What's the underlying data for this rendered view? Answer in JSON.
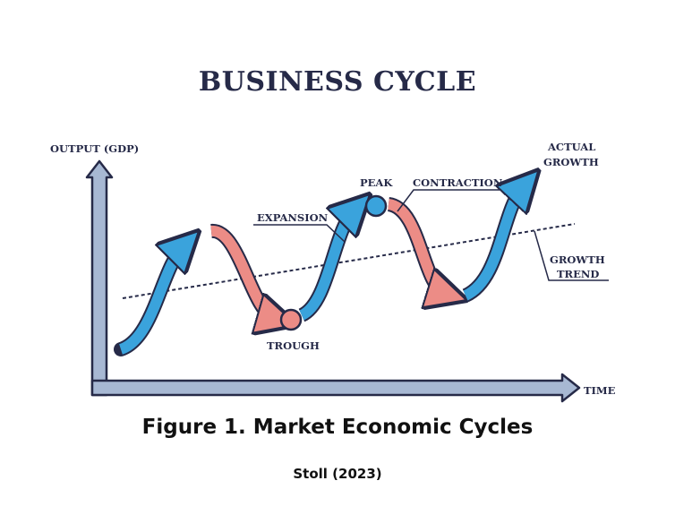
{
  "title": "BUSINESS CYCLE",
  "labels": {
    "y_axis": "OUTPUT (GDP)",
    "x_axis": "TIME",
    "expansion": "EXPANSION",
    "peak": "PEAK",
    "contraction": "CONTRACTION",
    "trough": "TROUGH",
    "actual_growth_line1": "ACTUAL",
    "actual_growth_line2": "GROWTH",
    "growth_trend_line1": "GROWTH",
    "growth_trend_line2": "TREND"
  },
  "caption": "Figure 1.  Market Economic Cycles",
  "citation": "Stoll (2023)",
  "colors": {
    "expansion": "#3aa3dc",
    "contraction": "#ec8c86",
    "outline": "#262a48",
    "axis_fill": "#a7b8d3"
  }
}
